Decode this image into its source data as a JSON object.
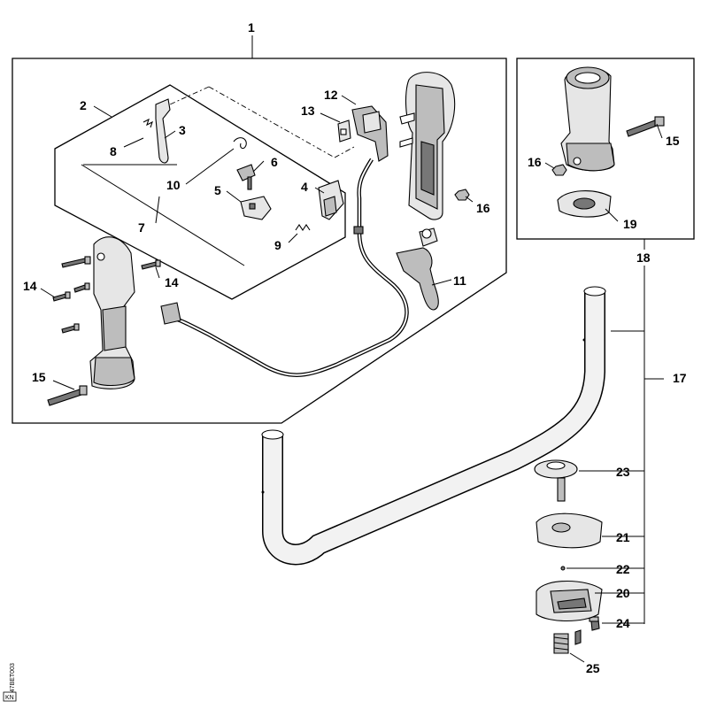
{
  "callouts": {
    "c1": "1",
    "c2": "2",
    "c3": "3",
    "c4": "4",
    "c5": "5",
    "c6": "6",
    "c7": "7",
    "c8": "8",
    "c9": "9",
    "c10": "10",
    "c11": "11",
    "c12": "12",
    "c13": "13",
    "c14a": "14",
    "c14b": "14",
    "c15a": "15",
    "c15b": "15",
    "c16a": "16",
    "c16b": "16",
    "c17": "17",
    "c18": "18",
    "c19": "19",
    "c20": "20",
    "c21": "21",
    "c22": "22",
    "c23": "23",
    "c24": "24",
    "c25": "25"
  },
  "margin_code": "4147BET003",
  "corner_code": "KN"
}
